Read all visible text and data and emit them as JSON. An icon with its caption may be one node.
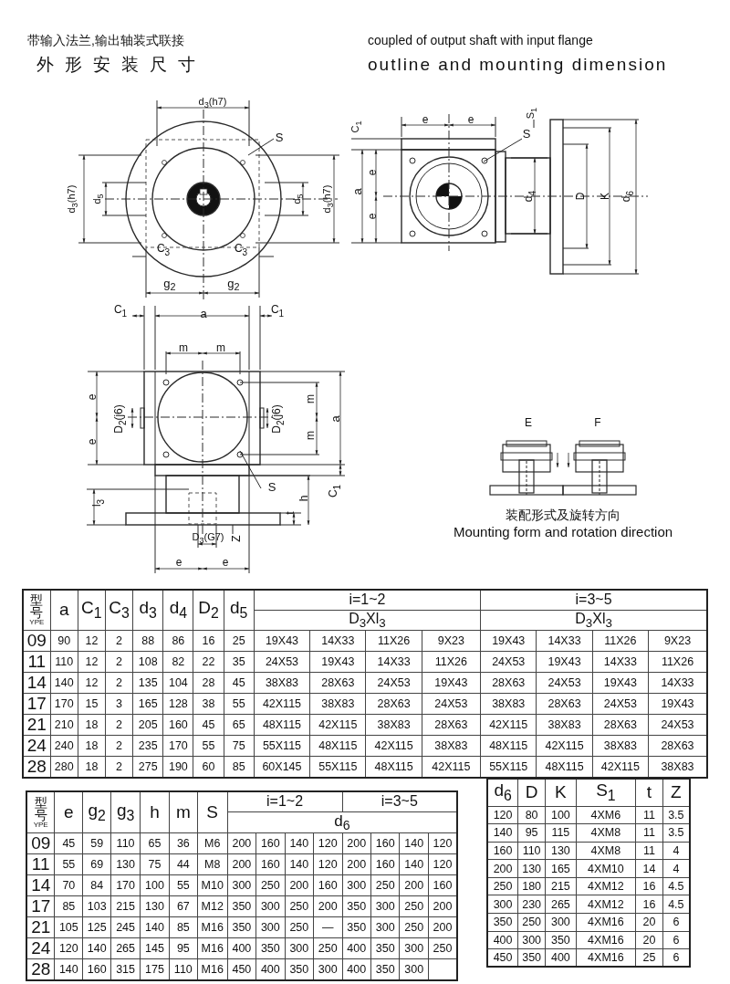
{
  "diagram": {
    "labels": [
      "带输入法兰,输出轴装式联接",
      "coupled of output shaft with input flange",
      "外形安装尺寸",
      "outline and mounting dimension",
      "d$_{3}$(h7)",
      "S",
      "d$_{3}$(h7)",
      "d$_{5}$",
      "d$_{5}$",
      "d$_{3}$(h7)",
      "C$_{3}$",
      "C$_{3}$",
      "g$_{2}$",
      "g$_{2}$",
      "e",
      "e",
      "S$_{1}$",
      "C$_{1}$",
      "S",
      "a",
      "e",
      "e",
      "d$_{4}$",
      "D",
      "K",
      "d$_{6}$",
      "C$_{1}$",
      "a",
      "C$_{1}$",
      "m",
      "m",
      "e",
      "e",
      "D$_{2}$(j6)",
      "D$_{2}$(j6)",
      "m",
      "m",
      "a",
      "S",
      "C$_{1}$",
      "l$_{3}$",
      "h",
      "t",
      "D$_{3}$(G7)",
      "Z",
      "e",
      "e",
      "E",
      "F",
      "装配形式及旋转方向",
      "Mounting form and rotation direction",
      "型号",
      "YPE",
      "a",
      "C$_{1}$",
      "C$_{3}$",
      "d$_{3}$",
      "d$_{4}$",
      "D$_{2}$",
      "d$_{5}$",
      "i=1~2",
      "i=3~5",
      "D$_{3}$Xl$_{3}$",
      "D$_{3}$Xl$_{3}$",
      "09",
      "90",
      "12",
      "2",
      "88",
      "86",
      "16",
      "25",
      "19X43",
      "14X33",
      "11X26",
      "9X23",
      "19X43",
      "14X33",
      "11X26",
      "9X23",
      "11",
      "110",
      "12",
      "2",
      "108",
      "82",
      "22",
      "35",
      "24X53",
      "19X43",
      "14X33",
      "11X26",
      "24X53",
      "19X43",
      "14X33",
      "11X26",
      "14",
      "140",
      "12",
      "2",
      "135",
      "104",
      "28",
      "45",
      "38X83",
      "28X63",
      "24X53",
      "19X43",
      "28X63",
      "24X53",
      "19X43",
      "14X33",
      "17",
      "170",
      "15",
      "3",
      "165",
      "128",
      "38",
      "55",
      "42X115",
      "38X83",
      "28X63",
      "24X53",
      "38X83",
      "28X63",
      "24X53",
      "19X43",
      "21",
      "210",
      "18",
      "2",
      "205",
      "160",
      "45",
      "65",
      "48X115",
      "42X115",
      "38X83",
      "28X63",
      "42X115",
      "38X83",
      "28X63",
      "24X53",
      "24",
      "240",
      "18",
      "2",
      "235",
      "170",
      "55",
      "75",
      "55X115",
      "48X115",
      "42X115",
      "38X83",
      "48X115",
      "42X115",
      "38X83",
      "28X63",
      "28",
      "280",
      "18",
      "2",
      "275",
      "190",
      "60",
      "85",
      "60X145",
      "55X115",
      "48X115",
      "42X115",
      "55X115",
      "48X115",
      "42X115",
      "38X83",
      "型号",
      "YPE",
      "e",
      "g$_{2}$",
      "g$_{3}$",
      "h",
      "m",
      "S",
      "i=1~2",
      "i=3~5",
      "d$_{6}$",
      "09",
      "45",
      "59",
      "110",
      "65",
      "36",
      "M6",
      "200",
      "160",
      "140",
      "120",
      "200",
      "160",
      "140",
      "120",
      "11",
      "55",
      "69",
      "130",
      "75",
      "44",
      "M8",
      "200",
      "160",
      "140",
      "120",
      "200",
      "160",
      "140",
      "120",
      "14",
      "70",
      "84",
      "170",
      "100",
      "55",
      "M10",
      "300",
      "250",
      "200",
      "160",
      "300",
      "250",
      "200",
      "160",
      "17",
      "85",
      "103",
      "215",
      "130",
      "67",
      "M12",
      "350",
      "300",
      "250",
      "200",
      "350",
      "300",
      "250",
      "200",
      "21",
      "105",
      "125",
      "245",
      "140",
      "85",
      "M16",
      "350",
      "300",
      "250",
      "—",
      "350",
      "300",
      "250",
      "200",
      "24",
      "120",
      "140",
      "265",
      "145",
      "95",
      "M16",
      "400",
      "350",
      "300",
      "250",
      "400",
      "350",
      "300",
      "250",
      "28",
      "140",
      "160",
      "315",
      "175",
      "110",
      "M16",
      "450",
      "400",
      "350",
      "300",
      "400",
      "350",
      "300",
      "d$_{6}$",
      "D",
      "K",
      "S$_{1}$",
      "t",
      "Z",
      "120",
      "80",
      "100",
      "4XM6",
      "11",
      "3.5",
      "140",
      "95",
      "115",
      "4XM8",
      "11",
      "3.5",
      "160",
      "110",
      "130",
      "4XM8",
      "11",
      "4",
      "200",
      "130",
      "165",
      "4XM10",
      "14",
      "4",
      "250",
      "180",
      "215",
      "4XM12",
      "16",
      "4.5",
      "300",
      "230",
      "265",
      "4XM12",
      "16",
      "4.5",
      "350",
      "250",
      "300",
      "4XM16",
      "20",
      "6",
      "400",
      "300",
      "350",
      "4XM16",
      "20",
      "6",
      "450",
      "350",
      "400",
      "4XM16",
      "25",
      "6"
    ]
  }
}
